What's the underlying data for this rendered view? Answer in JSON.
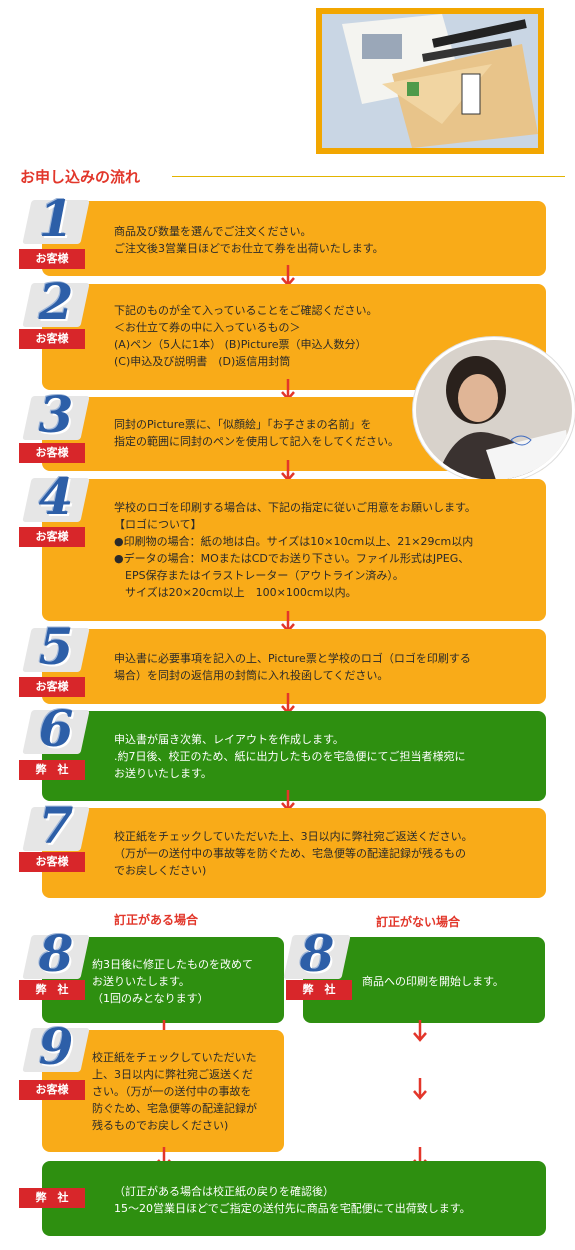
{
  "title": "お申し込みの流れ",
  "tags": {
    "customer": "お客様",
    "company": "弊　社"
  },
  "steps": [
    {
      "num": "1",
      "lines": [
        "商品及び数量を選んでご注文ください。",
        "ご注文後3営業日ほどでお仕立て券を出荷いたします。"
      ]
    },
    {
      "num": "2",
      "lines": [
        "下記のものが全て入っていることをご確認ください。",
        "＜お仕立て券の中に入っているもの＞",
        "(A)ペン（5人に1本）  (B)Picture票（申込人数分）",
        "(C)申込及び説明書　(D)返信用封筒"
      ]
    },
    {
      "num": "3",
      "lines": [
        "同封のPicture票に、「似顔絵」「お子さまの名前」を",
        "指定の範囲に同封のペンを使用して記入をしてください。"
      ]
    },
    {
      "num": "4",
      "lines": [
        "学校のロゴを印刷する場合は、下記の指定に従いご用意をお願いします。",
        "【ロゴについて】",
        "●印刷物の場合：紙の地は白。サイズは10×10cm以上、21×29cm以内",
        "●データの場合：MOまたはCDでお送り下さい。ファイル形式はJPEG、",
        "　EPS保存またはイラストレーター（アウトライン済み）。",
        "　サイズは20×20cm以上　100×100cm以内。"
      ]
    },
    {
      "num": "5",
      "lines": [
        "申込書に必要事項を記入の上、Picture票と学校のロゴ（ロゴを印刷する",
        "場合）を同封の返信用の封筒に入れ投函してください。"
      ]
    },
    {
      "num": "6",
      "lines": [
        "申込書が届き次第、レイアウトを作成します。",
        ".約7日後、校正のため、紙に出力したものを宅急便にてご担当者様宛に",
        "お送りいたします。"
      ]
    },
    {
      "num": "7",
      "lines": [
        "校正紙をチェックしていただいた上、3日以内に弊社宛ご返送ください。",
        "（万が一の送付中の事故等を防ぐため、宅急便等の配達記録が残るもの",
        "でお戻しください)"
      ]
    }
  ],
  "branches": {
    "with_correction": "訂正がある場合",
    "without_correction": "訂正がない場合"
  },
  "step8a": {
    "num": "8",
    "lines": [
      "約3日後に修正したものを改めて",
      "お送りいたします。",
      "（1回のみとなります）"
    ]
  },
  "step8b": {
    "num": "8",
    "lines": [
      "商品への印刷を開始します。"
    ]
  },
  "step9": {
    "num": "9",
    "lines": [
      "校正紙をチェックしていただいた",
      "上、3日以内に弊社宛ご返送くだ",
      "さい。（万が一の送付中の事故を",
      "防ぐため、宅急便等の配達記録が",
      "残るものでお戻しください)"
    ]
  },
  "final": {
    "lines": [
      "（訂正がある場合は校正紙の戻りを確認後）",
      "15～20営業日ほどでご指定の送付先に商品を宅配便にて出荷致します。"
    ]
  },
  "colors": {
    "orange": "#f9ab18",
    "green": "#2e8f10",
    "red": "#d8262a",
    "title": "#e2372b",
    "number_blue": "#2d5fa8"
  }
}
